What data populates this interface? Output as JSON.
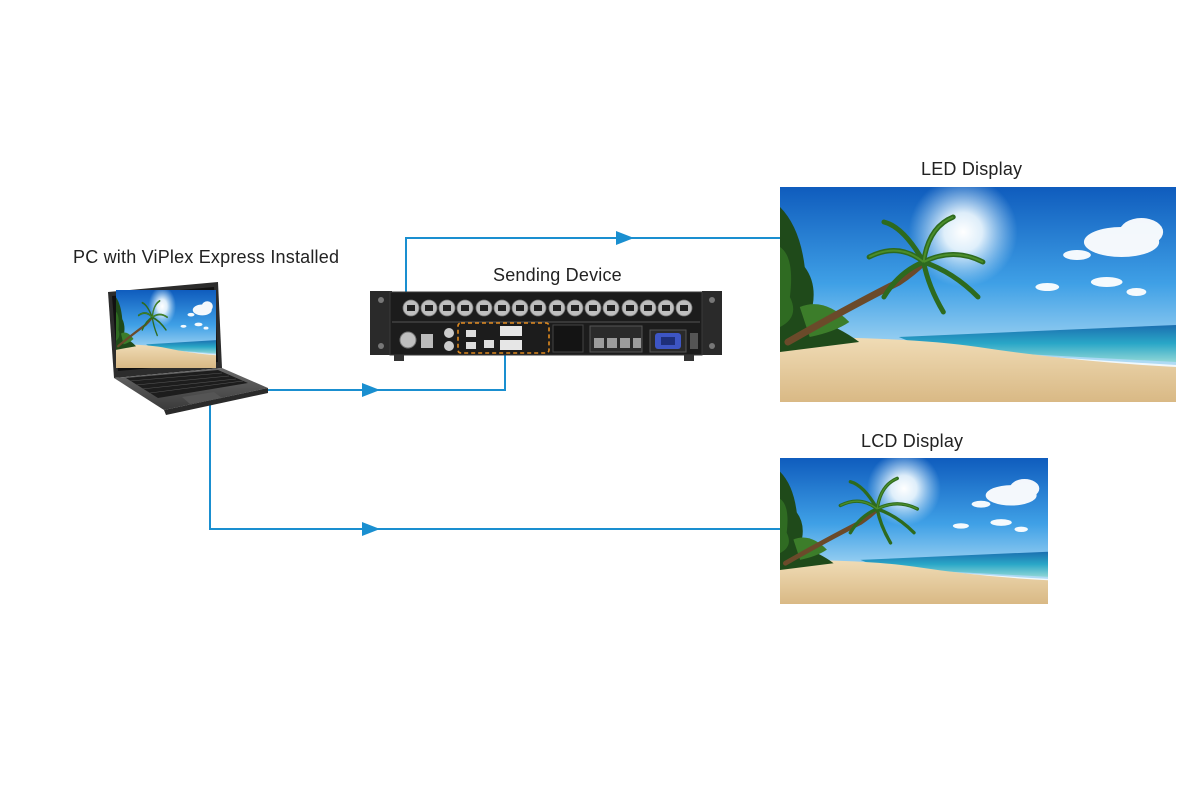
{
  "labels": {
    "pc": "PC with ViPlex Express Installed",
    "sending_device": "Sending Device",
    "led_display": "LED Display",
    "lcd_display": "LCD Display"
  },
  "colors": {
    "connection_line": "#1a8fd0",
    "arrow": "#1a8fd0",
    "dvi_highlight": "#e08a1e",
    "device_body": "#1c1c1c",
    "sky_top": "#1463c2",
    "sand": "#e6cfa3"
  },
  "icons": [
    "laptop-icon",
    "sending-device-icon",
    "led-display-image",
    "lcd-display-image"
  ]
}
